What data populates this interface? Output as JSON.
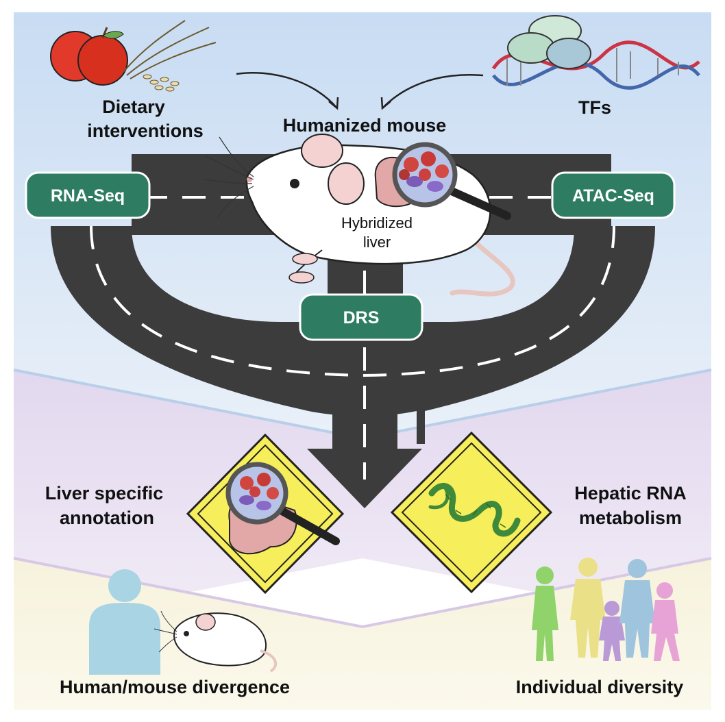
{
  "labels": {
    "dietary_line1": "Dietary",
    "dietary_line2": "interventions",
    "humanized": "Humanized mouse",
    "tfs": "TFs",
    "hybridized_line1": "Hybridized",
    "hybridized_line2": "liver",
    "liver_specific_line1": "Liver specific",
    "liver_specific_line2": "annotation",
    "hepatic_line1": "Hepatic RNA",
    "hepatic_line2": "metabolism",
    "human_mouse": "Human/mouse divergence",
    "individual": "Individual diversity"
  },
  "pills": {
    "rna_seq": "RNA-Seq",
    "atac_seq": "ATAC-Seq",
    "drs": "DRS"
  },
  "icons": {
    "apples": "apple-icon",
    "wheat": "wheat-icon",
    "dna": "dna-icon",
    "mouse": "mouse-icon",
    "magnifier": "magnifier-icon",
    "rna": "rna-icon",
    "human": "human-silhouette-icon",
    "people": "people-silhouettes-icon"
  },
  "colors": {
    "top_band": "#dce8f7",
    "middle_band": "#ece4f3",
    "bottom_band": "#faf7e6",
    "road": "#3c3c3c",
    "pill": "#2e7d63",
    "sign": "#f6ee5a"
  }
}
